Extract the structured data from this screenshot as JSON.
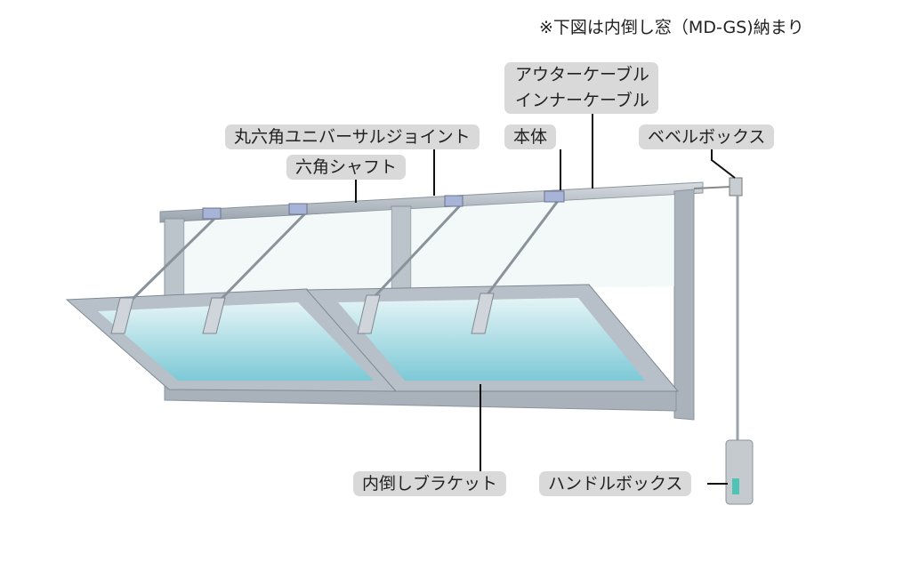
{
  "note": "※下図は内倒し窓（MD-GS)納まり",
  "labels": {
    "outer_cable": "アウターケーブル",
    "inner_cable": "インナーケーブル",
    "universal_joint": "丸六角ユニバーサルジョイント",
    "body": "本体",
    "bevel_box": "ベベルボックス",
    "hex_shaft": "六角シャフト",
    "bracket": "内倒しブラケット",
    "handle_box": "ハンドルボックス"
  },
  "colors": {
    "label_bg": "#d9d9d9",
    "frame": "#b4bcc4",
    "glass": "#9fd6e0"
  }
}
